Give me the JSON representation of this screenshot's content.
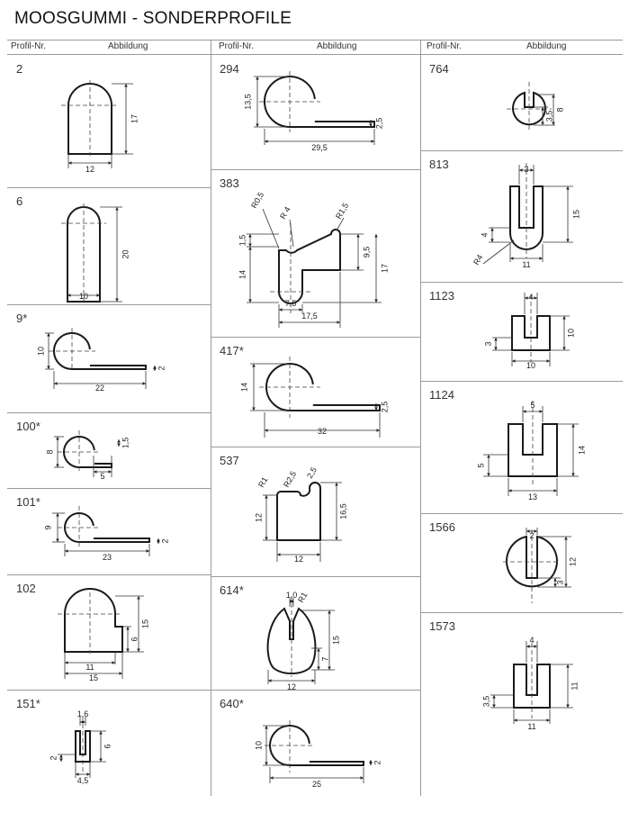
{
  "title": "MOOSGUMMI - SONDERPROFILE",
  "headers": {
    "profil": "Profil-Nr.",
    "abbildung": "Abbildung"
  },
  "columns": [
    {
      "profiles": [
        {
          "id": "2",
          "dims": [
            "12",
            "17"
          ]
        },
        {
          "id": "6",
          "dims": [
            "10",
            "20"
          ]
        },
        {
          "id": "9*",
          "dims": [
            "10",
            "22",
            "2"
          ]
        },
        {
          "id": "100*",
          "dims": [
            "8",
            "5",
            "1,5"
          ]
        },
        {
          "id": "101*",
          "dims": [
            "9",
            "23",
            "2"
          ]
        },
        {
          "id": "102",
          "dims": [
            "11",
            "15",
            "15",
            "6"
          ]
        },
        {
          "id": "151*",
          "dims": [
            "1,6",
            "6",
            "2",
            "4,5"
          ]
        }
      ]
    },
    {
      "profiles": [
        {
          "id": "294",
          "dims": [
            "13,5",
            "29,5",
            "2,5"
          ]
        },
        {
          "id": "383",
          "dims": [
            "R0,5",
            "R 4",
            "R1,5",
            "1,5",
            "14",
            "9,5",
            "17",
            "7,5",
            "17,5"
          ]
        },
        {
          "id": "417*",
          "dims": [
            "14",
            "32",
            "2,5"
          ]
        },
        {
          "id": "537",
          "dims": [
            "R1",
            "R2,5",
            "2,5",
            "12",
            "16,5",
            "12"
          ]
        },
        {
          "id": "614*",
          "dims": [
            "1,0",
            "R1",
            "15",
            "7",
            "12"
          ]
        },
        {
          "id": "640*",
          "dims": [
            "10",
            "25",
            "2"
          ]
        }
      ]
    },
    {
      "profiles": [
        {
          "id": "764",
          "dims": [
            "3,5",
            "8"
          ]
        },
        {
          "id": "813",
          "dims": [
            "3",
            "15",
            "4",
            "R4",
            "11"
          ]
        },
        {
          "id": "1123",
          "dims": [
            "4",
            "3",
            "10",
            "10"
          ]
        },
        {
          "id": "1124",
          "dims": [
            "5",
            "14",
            "5",
            "13"
          ]
        },
        {
          "id": "1566",
          "dims": [
            "2",
            "12",
            "3"
          ]
        },
        {
          "id": "1573",
          "dims": [
            "4",
            "11",
            "3,5",
            "11"
          ]
        }
      ]
    }
  ]
}
